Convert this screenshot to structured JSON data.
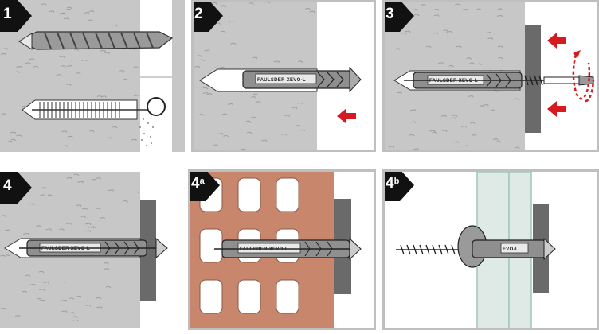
{
  "steps": [
    {
      "number": "1",
      "suffix": ""
    },
    {
      "number": "2",
      "suffix": ""
    },
    {
      "number": "3",
      "suffix": ""
    },
    {
      "number": "4",
      "suffix": ""
    },
    {
      "number": "4",
      "suffix": "a"
    },
    {
      "number": "4",
      "suffix": "b"
    }
  ],
  "plug_marking": "FAULSDER XEVO-L",
  "plug_marking_short": "EVO-L",
  "colors": {
    "concrete": "#c7c7c7",
    "brick": "#c8866c",
    "arrow": "#d71920",
    "fixture": "#6a6a6a",
    "frame": "#bfbfbf",
    "glass": "#dfe9e6"
  },
  "icons": [
    "drill-bit-icon",
    "cleaning-brush-icon",
    "insertion-arrow-icon",
    "rotation-arrow-icon",
    "screwdriver-icon"
  ]
}
